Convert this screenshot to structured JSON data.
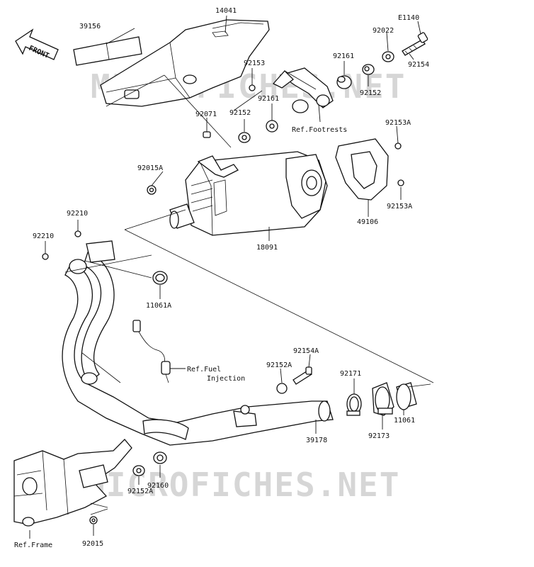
{
  "watermark": "MICROFICHES.NET",
  "front_arrow": {
    "label": "FRONT"
  },
  "ref_labels": {
    "footrests": "Ref.Footrests",
    "fuel_injection_1": "Ref.Fuel",
    "fuel_injection_2": "Injection",
    "frame": "Ref.Frame"
  },
  "parts": [
    {
      "id": "p14041",
      "number": "14041"
    },
    {
      "id": "p39156",
      "number": "39156"
    },
    {
      "id": "pE1140",
      "number": "E1140"
    },
    {
      "id": "p92022",
      "number": "92022"
    },
    {
      "id": "p92153",
      "number": "92153"
    },
    {
      "id": "p92161a",
      "number": "92161"
    },
    {
      "id": "p92154",
      "number": "92154"
    },
    {
      "id": "p92152a",
      "number": "92152"
    },
    {
      "id": "p92161b",
      "number": "92161"
    },
    {
      "id": "p92071",
      "number": "92071"
    },
    {
      "id": "p92152b",
      "number": "92152"
    },
    {
      "id": "p92153A_1",
      "number": "92153A"
    },
    {
      "id": "p92015A",
      "number": "92015A"
    },
    {
      "id": "p92153A_2",
      "number": "92153A"
    },
    {
      "id": "p49106",
      "number": "49106"
    },
    {
      "id": "p92210a",
      "number": "92210"
    },
    {
      "id": "p92210b",
      "number": "92210"
    },
    {
      "id": "p18091",
      "number": "18091"
    },
    {
      "id": "p11061A",
      "number": "11061A"
    },
    {
      "id": "p92154A",
      "number": "92154A"
    },
    {
      "id": "p92152A_1",
      "number": "92152A"
    },
    {
      "id": "p92171",
      "number": "92171"
    },
    {
      "id": "p39178",
      "number": "39178"
    },
    {
      "id": "p92173",
      "number": "92173"
    },
    {
      "id": "p11061",
      "number": "11061"
    },
    {
      "id": "p92152A_2",
      "number": "92152A"
    },
    {
      "id": "p92160",
      "number": "92160"
    },
    {
      "id": "p92015",
      "number": "92015"
    }
  ]
}
